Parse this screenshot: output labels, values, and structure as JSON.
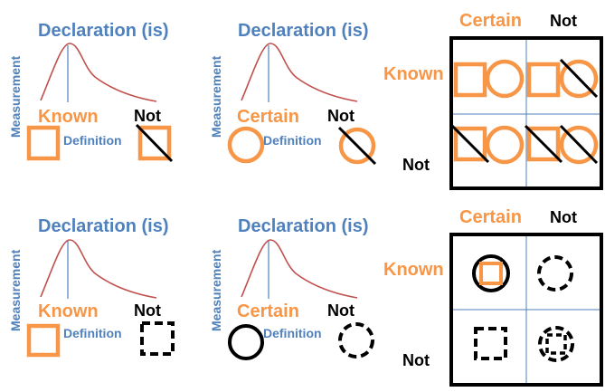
{
  "colors": {
    "orange": "#F79646",
    "blue": "#4F81BD",
    "curve": "#C0504D",
    "black": "#000000"
  },
  "labels": {
    "declaration": "Declaration (is)",
    "measurement": "Measurement",
    "definition": "Definition",
    "known": "Known",
    "certain": "Certain",
    "not": "Not"
  }
}
